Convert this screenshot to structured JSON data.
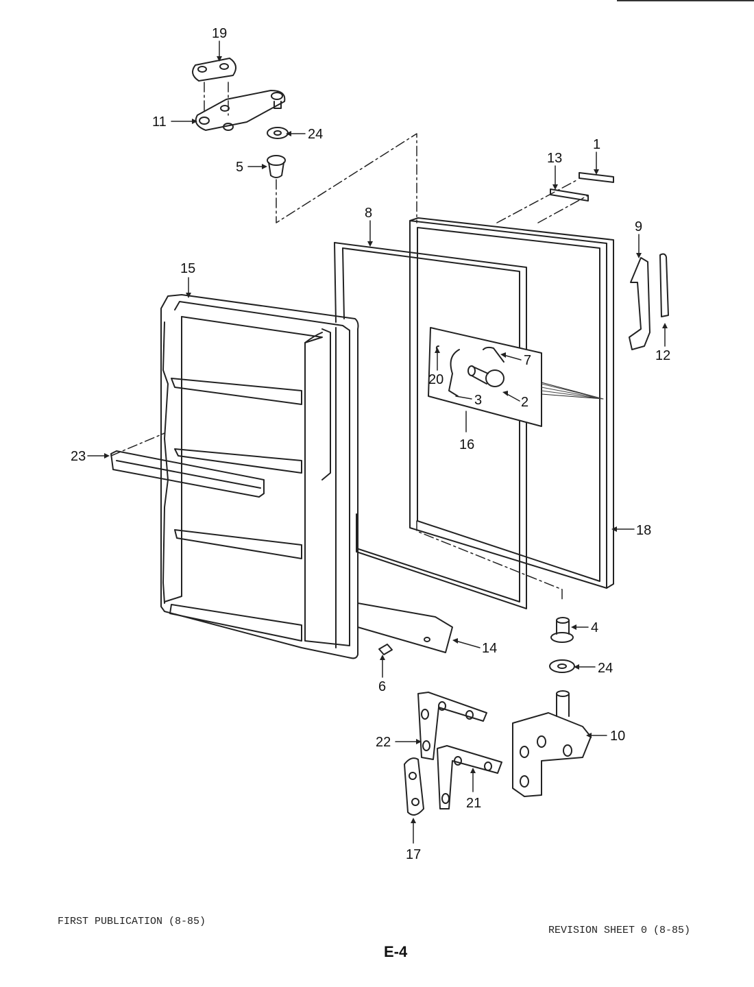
{
  "diagram": {
    "part_labels": [
      {
        "id": "1",
        "text": "1"
      },
      {
        "id": "2",
        "text": "2"
      },
      {
        "id": "3",
        "text": "3"
      },
      {
        "id": "4",
        "text": "4"
      },
      {
        "id": "5",
        "text": "5"
      },
      {
        "id": "6",
        "text": "6"
      },
      {
        "id": "7",
        "text": "7"
      },
      {
        "id": "8",
        "text": "8"
      },
      {
        "id": "9",
        "text": "9"
      },
      {
        "id": "10",
        "text": "10"
      },
      {
        "id": "11",
        "text": "11"
      },
      {
        "id": "12",
        "text": "12"
      },
      {
        "id": "13",
        "text": "13"
      },
      {
        "id": "14",
        "text": "14"
      },
      {
        "id": "15",
        "text": "15"
      },
      {
        "id": "16",
        "text": "16"
      },
      {
        "id": "17",
        "text": "17"
      },
      {
        "id": "18",
        "text": "18"
      },
      {
        "id": "19",
        "text": "19"
      },
      {
        "id": "20",
        "text": "20"
      },
      {
        "id": "21",
        "text": "21"
      },
      {
        "id": "22",
        "text": "22"
      },
      {
        "id": "23",
        "text": "23"
      },
      {
        "id": "24a",
        "text": "24"
      },
      {
        "id": "24b",
        "text": "24"
      }
    ]
  },
  "footer": {
    "first_publication": "FIRST PUBLICATION (8-85)",
    "revision": "REVISION SHEET 0 (8-85)",
    "page_number": "E-4"
  }
}
